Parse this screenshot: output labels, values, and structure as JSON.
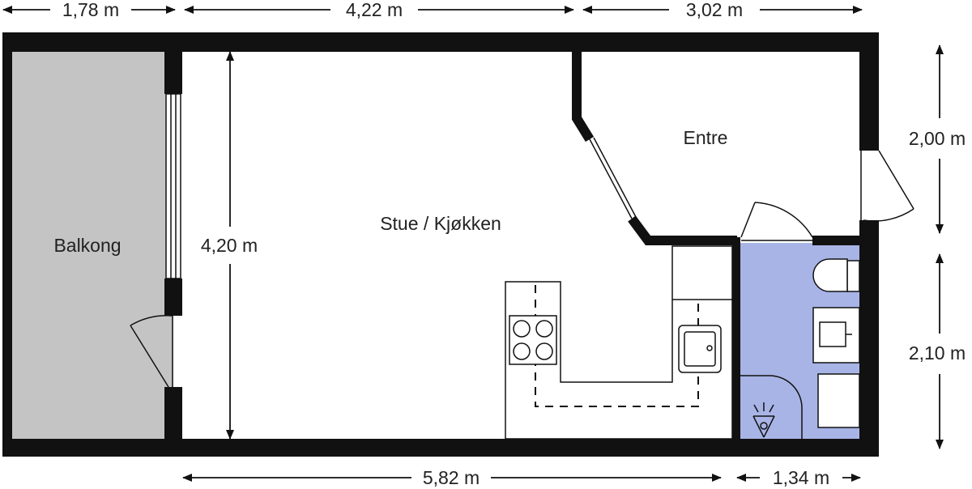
{
  "colors": {
    "wall": "#111111",
    "balcony": "#c4c4c4",
    "bathroom": "#a8b4e6",
    "line": "#111111",
    "background": "#ffffff"
  },
  "rooms": {
    "living_kitchen": "Stue / Kjøkken",
    "entrance": "Entre",
    "balcony": "Balkong"
  },
  "dimensions": {
    "top_left": "1,78 m",
    "top_middle": "4,22 m",
    "top_right": "3,02 m",
    "right_upper": "2,00 m",
    "right_lower": "2,10 m",
    "bottom_main": "5,82 m",
    "bottom_bath": "1,34 m",
    "interior_height": "4,20 m"
  },
  "icons": [
    "arrow-icon",
    "door-swing-icon",
    "window-icon",
    "stove-burner-icon",
    "sink-icon",
    "toilet-icon",
    "shower-icon"
  ]
}
